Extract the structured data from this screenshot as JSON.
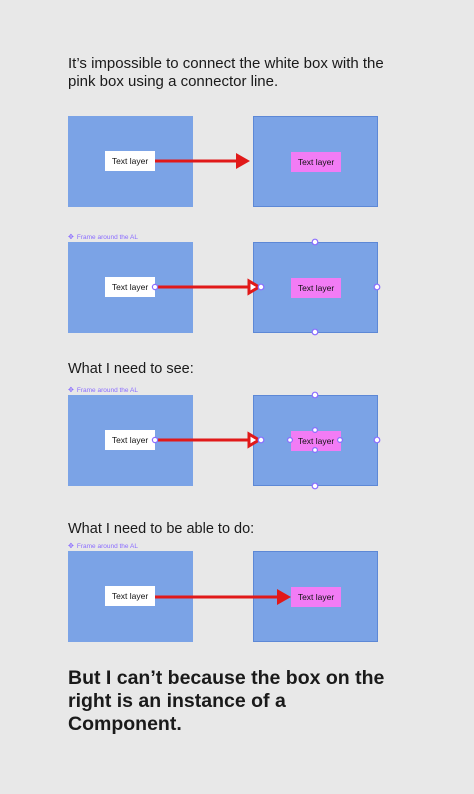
{
  "intro_text": "It’s impossible to connect the white box with the pink box using a connector line.",
  "frame_label": "Frame around the AL",
  "need_to_see_heading": "What I need to see:",
  "need_to_do_heading": "What I need to be able to do:",
  "conclusion_text": "But I can’t because the box on the right is an instance of a Component.",
  "white_chip_label": "Text layer",
  "pink_chip_label": "Text layer",
  "colors": {
    "background": "#e8e8e8",
    "frame_blue": "#7ba3e6",
    "pink": "#f27cf5",
    "arrow_red": "#e11919",
    "handle_purple": "#8a6cff"
  }
}
